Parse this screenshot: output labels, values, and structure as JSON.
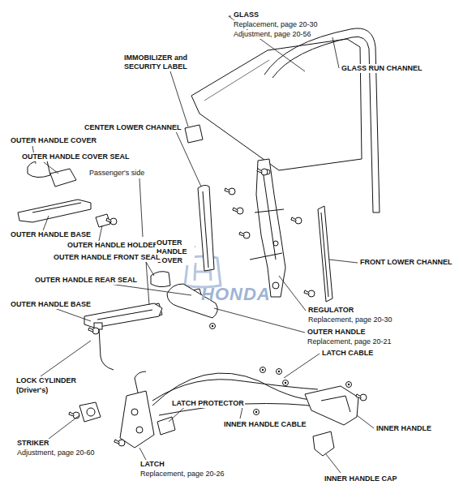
{
  "diagram": {
    "labels": [
      "GLASS",
      "Replacement, page 20-30",
      "Adjustment, page 20-56",
      "IMMOBILIZER and SECURITY LABEL",
      "GLASS RUN CHANNEL",
      "CENTER LOWER CHANNEL",
      "OUTER HANDLE COVER",
      "OUTER HANDLE COVER SEAL",
      "Passenger's side",
      "OUTER HANDLE BASE",
      "OUTER HANDLE HOLDER",
      "OUTER HANDLE COVER",
      "OUTER HANDLE FRONT SEAL",
      "FRONT LOWER CHANNEL",
      "OUTER HANDLE REAR SEAL",
      "OUTER HANDLE BASE",
      "REGULATOR",
      "Replacement, page 20-30",
      "OUTER HANDLE",
      "Replacement, page 20-21",
      "LATCH CABLE",
      "LOCK CYLINDER",
      "(Driver's)",
      "LATCH PROTECTOR",
      "INNER HANDLE CABLE",
      "INNER HANDLE",
      "STRIKER",
      "Adjustment, page 20-60",
      "LATCH",
      "Replacement, page 20-26",
      "INNER HANDLE CAP",
      "HONDA"
    ]
  }
}
